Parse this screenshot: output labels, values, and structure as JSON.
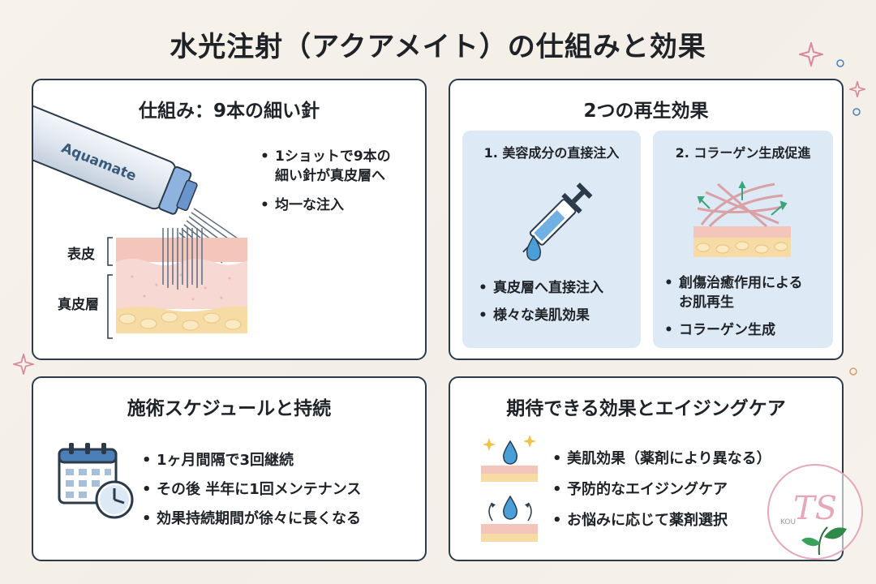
{
  "title": "水光注射（アクアメイト）の仕組みと効果",
  "colors": {
    "border": "#2c3a4a",
    "subbox": "#dde9f5",
    "skin_top": "#f4c6bb",
    "skin_mid": "#f8d8d3",
    "fat": "#f6dba4",
    "needle": "#6b7c8c",
    "water": "#4a9fd8",
    "accent_green": "#3aa57a",
    "sparkle_pink": "#d98a9a"
  },
  "mechanism": {
    "title": "仕組み：9本の細い針",
    "device_label": "Aquamate",
    "bullets": [
      "1ショットで9本の細い針が真皮層へ",
      "均一な注入"
    ],
    "bullet1_line1": "1ショットで9本の",
    "bullet1_line2": "細い針が真皮層へ",
    "bullet2": "均一な注入",
    "label_epidermis": "表皮",
    "label_dermis": "真皮層"
  },
  "regeneration": {
    "title": "2つの再生効果",
    "box1": {
      "title": "1. 美容成分の直接注入",
      "bullets": [
        "真皮層へ直接注入",
        "様々な美肌効果"
      ]
    },
    "box2": {
      "title": "2. コラーゲン生成促進",
      "bullet1_line1": "創傷治癒作用による",
      "bullet1_line2": "お肌再生",
      "bullet2": "コラーゲン生成"
    }
  },
  "schedule": {
    "title": "施術スケジュールと持続",
    "bullets": [
      "1ヶ月間隔で3回継続",
      "その後 半年に1回メンテナンス",
      "効果持続期間が徐々に長くなる"
    ]
  },
  "expected": {
    "title": "期待できる効果とエイジングケア",
    "bullets": [
      "美肌効果（薬剤により異なる）",
      "予防的なエイジングケア",
      "お悩みに応じて薬剤選択"
    ]
  },
  "logo": {
    "monogram": "TS",
    "text": "KOU"
  }
}
